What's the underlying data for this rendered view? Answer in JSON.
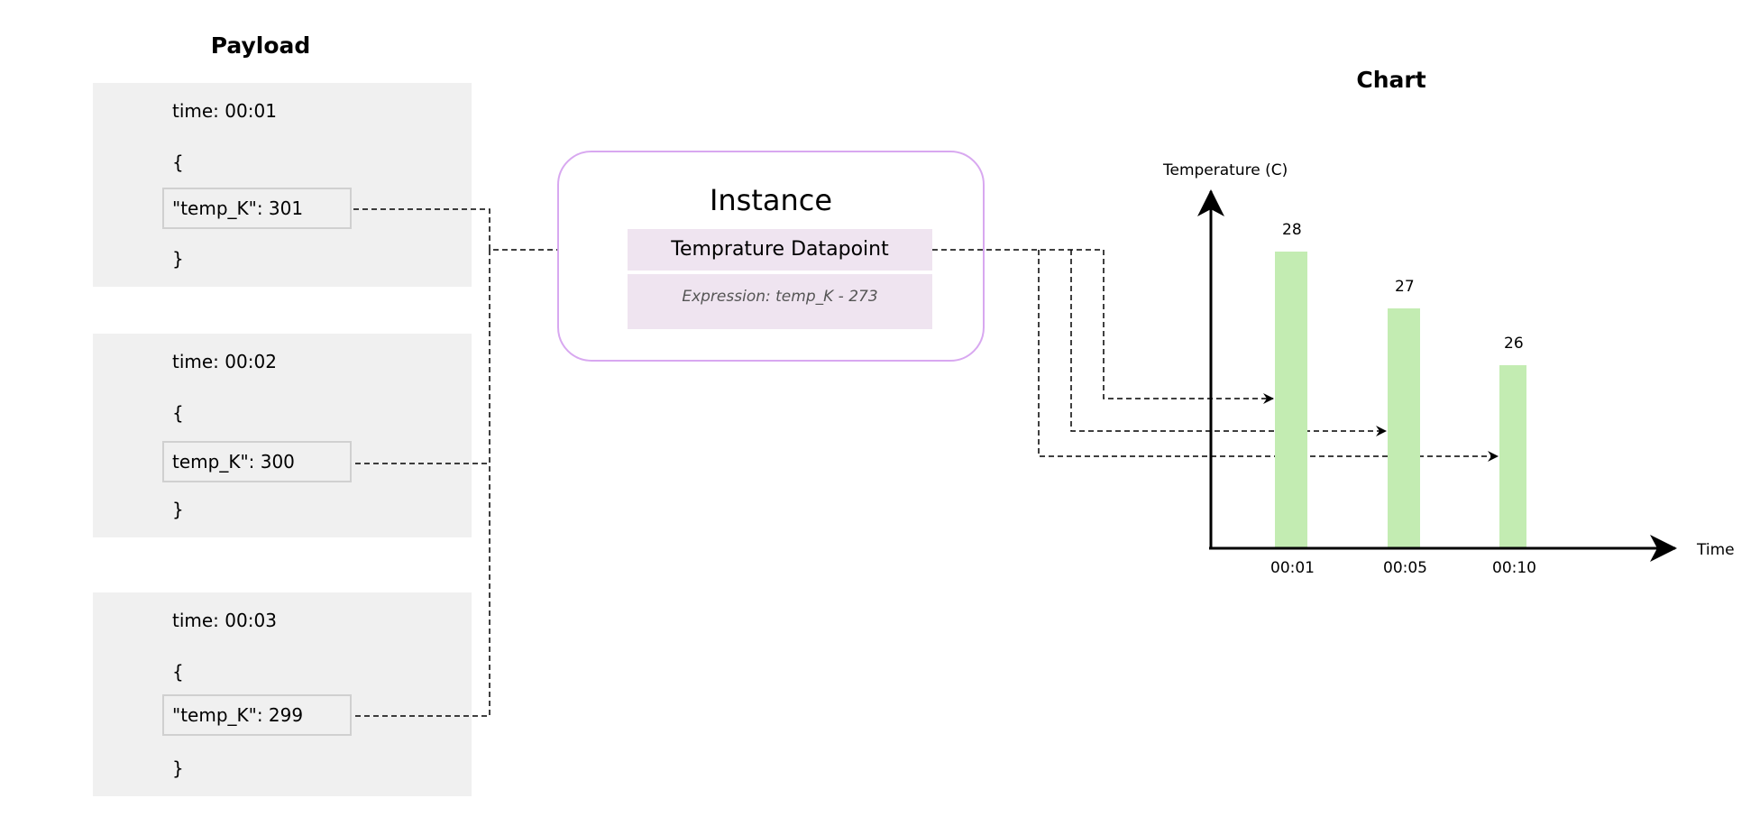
{
  "payload": {
    "title": "Payload",
    "items": [
      {
        "time": "time: 00:01",
        "open": "{",
        "field": "\"temp_K\": 301",
        "close": "}"
      },
      {
        "time": "time: 00:02",
        "open": "{",
        "field": "temp_K\": 300",
        "close": "}"
      },
      {
        "time": "time: 00:03",
        "open": "{",
        "field": "\"temp_K\": 299",
        "close": "}"
      }
    ]
  },
  "instance": {
    "title": "Instance",
    "datapoint": "Temprature Datapoint",
    "expression": "Expression:  temp_K - 273"
  },
  "colors": {
    "payload_bg": "#f0f0f0",
    "instance_border": "#d8a8f0",
    "datapoint_bg": "#efe4f0",
    "bar": "#c3ecb2"
  },
  "chart_data": {
    "type": "bar",
    "title": "Chart",
    "xlabel": "Time",
    "ylabel": "Temperature (C)",
    "categories": [
      "00:01",
      "00:05",
      "00:10"
    ],
    "values": [
      28,
      27,
      26
    ],
    "data_labels": [
      "28",
      "27",
      "26"
    ],
    "grid": false,
    "legend": "none"
  }
}
